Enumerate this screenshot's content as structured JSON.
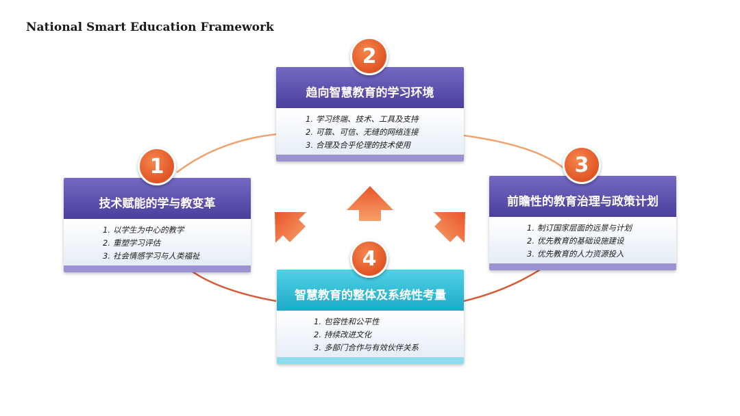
{
  "title": "National Smart Education Framework",
  "colors": {
    "purple_header": "#4a3f9c",
    "cyan_header": "#1fa9c7",
    "badge": "#e05524",
    "arrow": "#f07a3a",
    "ring": "#f0a36f"
  },
  "cards": [
    {
      "number": "1",
      "title": "技术赋能的学与教变革",
      "items": [
        {
          "n": "1.",
          "text": "以学生为中心的教学"
        },
        {
          "n": "2.",
          "text": "重塑学习评估"
        },
        {
          "n": "3.",
          "text": "社会情感学习与人类福祉"
        }
      ]
    },
    {
      "number": "2",
      "title": "趋向智慧教育的学习环境",
      "items": [
        {
          "n": "1.",
          "text": "学习终端、技术、工具及支持"
        },
        {
          "n": "2.",
          "text": "可靠、可信、无缝的网络连接"
        },
        {
          "n": "3.",
          "text": "合理及合乎伦理的技术使用"
        }
      ]
    },
    {
      "number": "3",
      "title": "前瞻性的教育治理与政策计划",
      "items": [
        {
          "n": "1.",
          "text": "制订国家层面的远景与计划"
        },
        {
          "n": "2.",
          "text": "优先教育的基础设施建设"
        },
        {
          "n": "3.",
          "text": "优先教育的人力资源投入"
        }
      ]
    },
    {
      "number": "4",
      "title": "智慧教育的整体及系统性考量",
      "items": [
        {
          "n": "1.",
          "text": "包容性和公平性"
        },
        {
          "n": "2.",
          "text": "持续改进文化"
        },
        {
          "n": "3.",
          "text": "多部门合作与有效伙伴关系"
        }
      ]
    }
  ]
}
